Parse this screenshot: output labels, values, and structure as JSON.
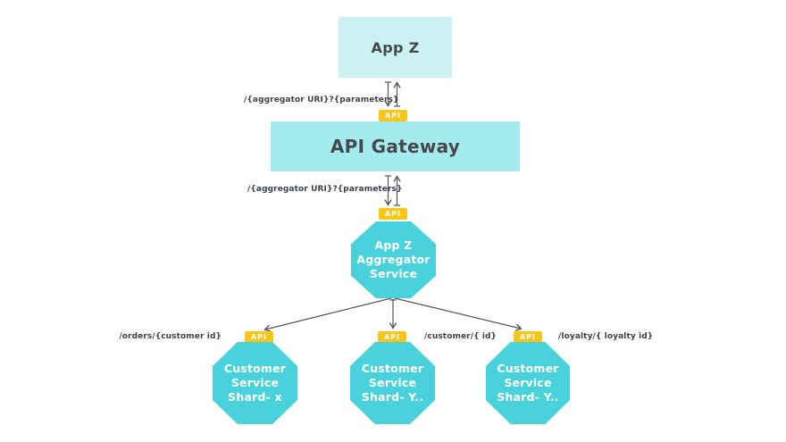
{
  "diagram": {
    "nodes": {
      "app_z": {
        "label": "App Z"
      },
      "api_gateway": {
        "label": "API Gateway"
      },
      "aggregator": {
        "lines": [
          "App Z",
          "Aggregator",
          "Service"
        ]
      },
      "shards": [
        {
          "lines": [
            "Customer",
            "Service",
            "Shard- x"
          ]
        },
        {
          "lines": [
            "Customer",
            "Service",
            "Shard- Y.."
          ]
        },
        {
          "lines": [
            "Customer",
            "Service",
            "Shard- Y.."
          ]
        }
      ]
    },
    "badge_label": "API",
    "edge_labels": {
      "app_to_gateway": "/{aggregator URI}?{parameters}",
      "gateway_to_aggregator": "/{aggregator URI}?{parameters}",
      "orders": "/orders/{customer id}",
      "customer": "/customer/{ id}",
      "loyalty": "/loyalty/{ loyalty id}"
    },
    "colors": {
      "app_box_fill": "#CBF1F3",
      "gateway_fill": "#A4EBED",
      "octagon_fill": "#49D2DC",
      "badge_fill": "#F9C517",
      "text_dark": "#45494E",
      "text_light": "#FFFFFF",
      "arrow": "#555555"
    }
  }
}
